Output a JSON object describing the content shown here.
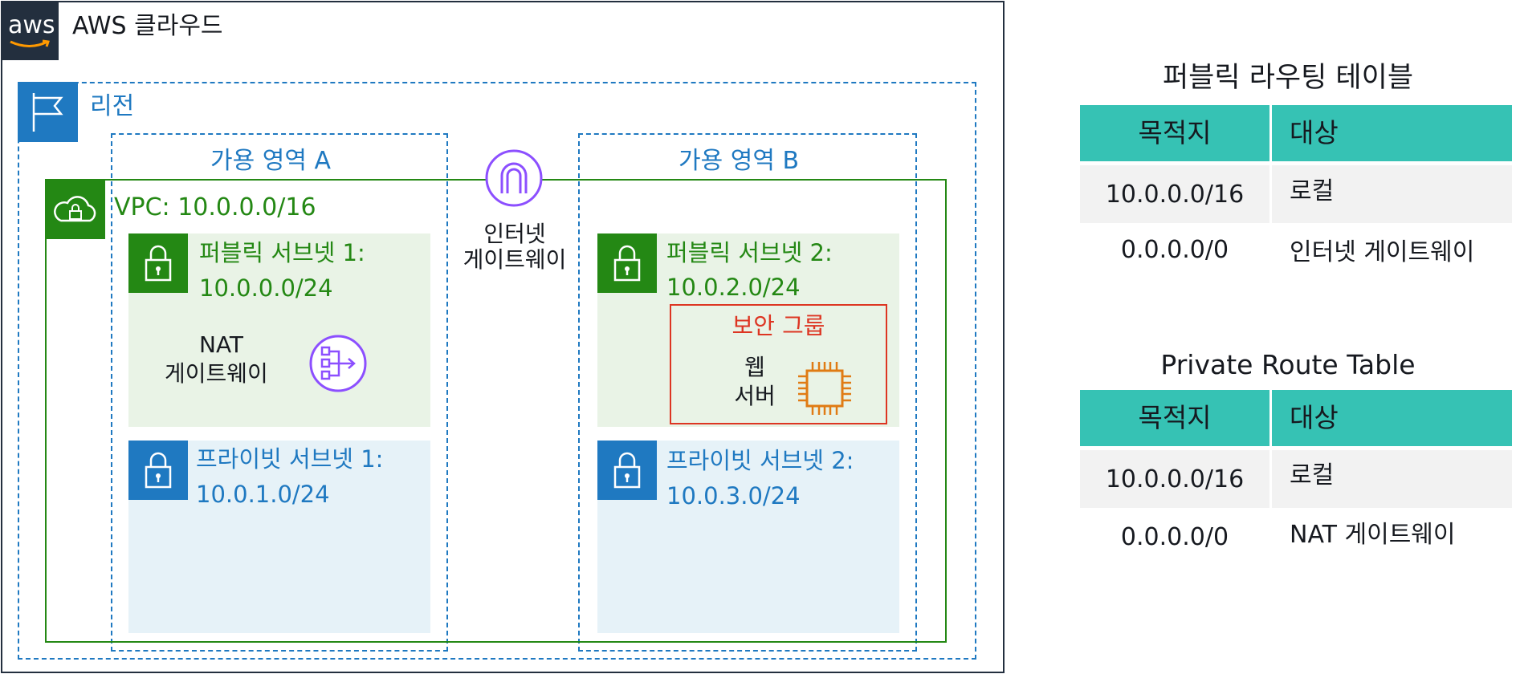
{
  "cloud": {
    "title": "AWS 클라우드",
    "logo_text": "aws"
  },
  "region": {
    "label": "리전"
  },
  "availability_zones": [
    {
      "label": "가용 영역 A"
    },
    {
      "label": "가용 영역 B"
    }
  ],
  "vpc": {
    "label": "VPC: 10.0.0.0/16"
  },
  "internet_gateway": {
    "line1": "인터넷",
    "line2": "게이트웨이"
  },
  "subnets": {
    "public1": {
      "line1": "퍼블릭 서브넷 1:",
      "line2": "10.0.0.0/24"
    },
    "public2": {
      "line1": "퍼블릭 서브넷 2:",
      "line2": "10.0.2.0/24"
    },
    "private1": {
      "line1": "프라이빗 서브넷 1:",
      "line2": "10.0.1.0/24"
    },
    "private2": {
      "line1": "프라이빗 서브넷 2:",
      "line2": "10.0.3.0/24"
    }
  },
  "nat_gateway": {
    "line1": "NAT",
    "line2": "게이트웨이"
  },
  "security_group": {
    "label": "보안 그룹"
  },
  "web_server": {
    "line1": "웹",
    "line2": "서버"
  },
  "public_route_table": {
    "title": "퍼블릭 라우팅 테이블",
    "headers": [
      "목적지",
      "대상"
    ],
    "rows": [
      [
        "10.0.0.0/16",
        "로컬"
      ],
      [
        "0.0.0.0/0",
        "인터넷 게이트웨이"
      ]
    ]
  },
  "private_route_table": {
    "title": "Private Route Table",
    "headers": [
      "목적지",
      "대상"
    ],
    "rows": [
      [
        "10.0.0.0/16",
        "로컬"
      ],
      [
        "0.0.0.0/0",
        "NAT 게이트웨이"
      ]
    ]
  },
  "colors": {
    "aws_dark": "#232f3e",
    "region_blue": "#1f79c1",
    "vpc_green": "#248814",
    "public_fill": "#e9f3e6",
    "private_fill": "#e6f2f8",
    "security_orange": "#dd3522",
    "compute_orange": "#e07b14",
    "gateway_purple": "#8c4fff",
    "table_teal": "#36c2b4"
  },
  "icons": [
    "aws-logo",
    "flag-icon",
    "cloud-lock-icon",
    "lock-icon",
    "gateway-arch-icon",
    "nat-gateway-icon",
    "chip-icon"
  ]
}
